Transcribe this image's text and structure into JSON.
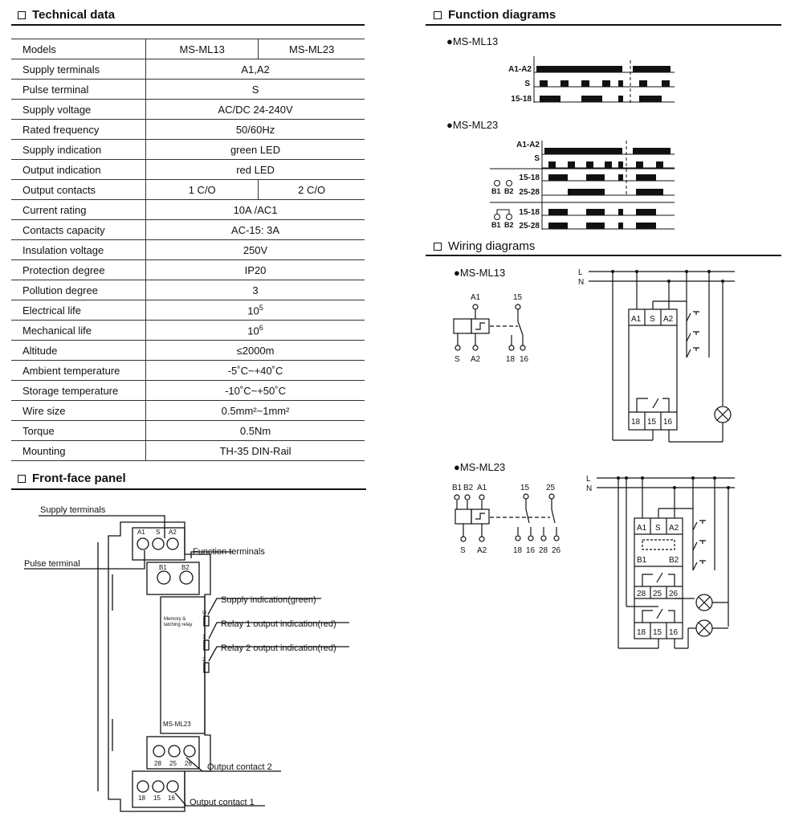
{
  "tech": {
    "title": "Technical data",
    "models_label": "Models",
    "model1": "MS-ML13",
    "model2": "MS-ML23",
    "rows": [
      {
        "label": "Supply terminals",
        "value": "A1,A2"
      },
      {
        "label": "Pulse terminal",
        "value": "S"
      },
      {
        "label": "Supply voltage",
        "value": "AC/DC 24-240V"
      },
      {
        "label": "Rated frequency",
        "value": "50/60Hz"
      },
      {
        "label": "Supply indication",
        "value": "green LED"
      },
      {
        "label": "Output indication",
        "value": "red LED"
      }
    ],
    "contacts_label": "Output contacts",
    "contacts_v1": "1 C/O",
    "contacts_v2": "2 C/O",
    "rows2": [
      {
        "label": "Current rating",
        "value": "10A /AC1"
      },
      {
        "label": "Contacts capacity",
        "value": "AC-15: 3A"
      },
      {
        "label": "Insulation voltage",
        "value": "250V"
      },
      {
        "label": "Protection degree",
        "value": "IP20"
      },
      {
        "label": "Pollution degree",
        "value": "3"
      }
    ],
    "elec_label": "Electrical life",
    "elec_base": "10",
    "elec_exp": "5",
    "mech_label": "Mechanical life",
    "mech_base": "10",
    "mech_exp": "6",
    "rows3": [
      {
        "label": "Altitude",
        "value": "≤2000m"
      },
      {
        "label": "Ambient temperature",
        "value": "-5˚C~+40˚C"
      },
      {
        "label": "Storage temperature",
        "value": "-10˚C~+50˚C"
      },
      {
        "label": "Wire size",
        "value": "0.5mm²~1mm²"
      },
      {
        "label": "Torque",
        "value": "0.5Nm"
      },
      {
        "label": "Mounting",
        "value": "TH-35 DIN-Rail"
      }
    ]
  },
  "front": {
    "title": "Front-face panel",
    "supply_terminals": "Supply terminals",
    "pulse_terminal": "Pulse terminal",
    "function_terminals": "Function terminals",
    "supply_indication": "Supply indication(green)",
    "relay1": "Relay 1 output indication(red)",
    "relay2": "Relay 2 output indication(red)",
    "output2": "Output contact 2",
    "output1": "Output contact 1",
    "memory1": "Memory &",
    "memory2": "latching relay",
    "model": "MS-ML23",
    "t_a1": "A1",
    "t_s": "S",
    "t_a2": "A2",
    "t_b1": "B1",
    "t_b2": "B2",
    "t_28": "28",
    "t_25": "25",
    "t_26": "26",
    "t_18": "18",
    "t_15": "15",
    "t_16": "16",
    "led_u": "U",
    "led_1": "1",
    "led_2": "2"
  },
  "func": {
    "title": "Function diagrams",
    "ml13": "●MS-ML13",
    "ml23": "●MS-ML23",
    "a1a2": "A1-A2",
    "s": "S",
    "c1518": "15-18",
    "c2528": "25-28",
    "b1": "B1",
    "b2": "B2"
  },
  "wiring": {
    "title": "Wiring diagrams",
    "ml13": "●MS-ML13",
    "ml23": "●MS-ML23",
    "L": "L",
    "N": "N",
    "A1": "A1",
    "A2": "A2",
    "S": "S",
    "B1": "B1",
    "B2": "B2",
    "n15": "15",
    "n16": "16",
    "n18": "18",
    "n25": "25",
    "n26": "26",
    "n28": "28"
  }
}
